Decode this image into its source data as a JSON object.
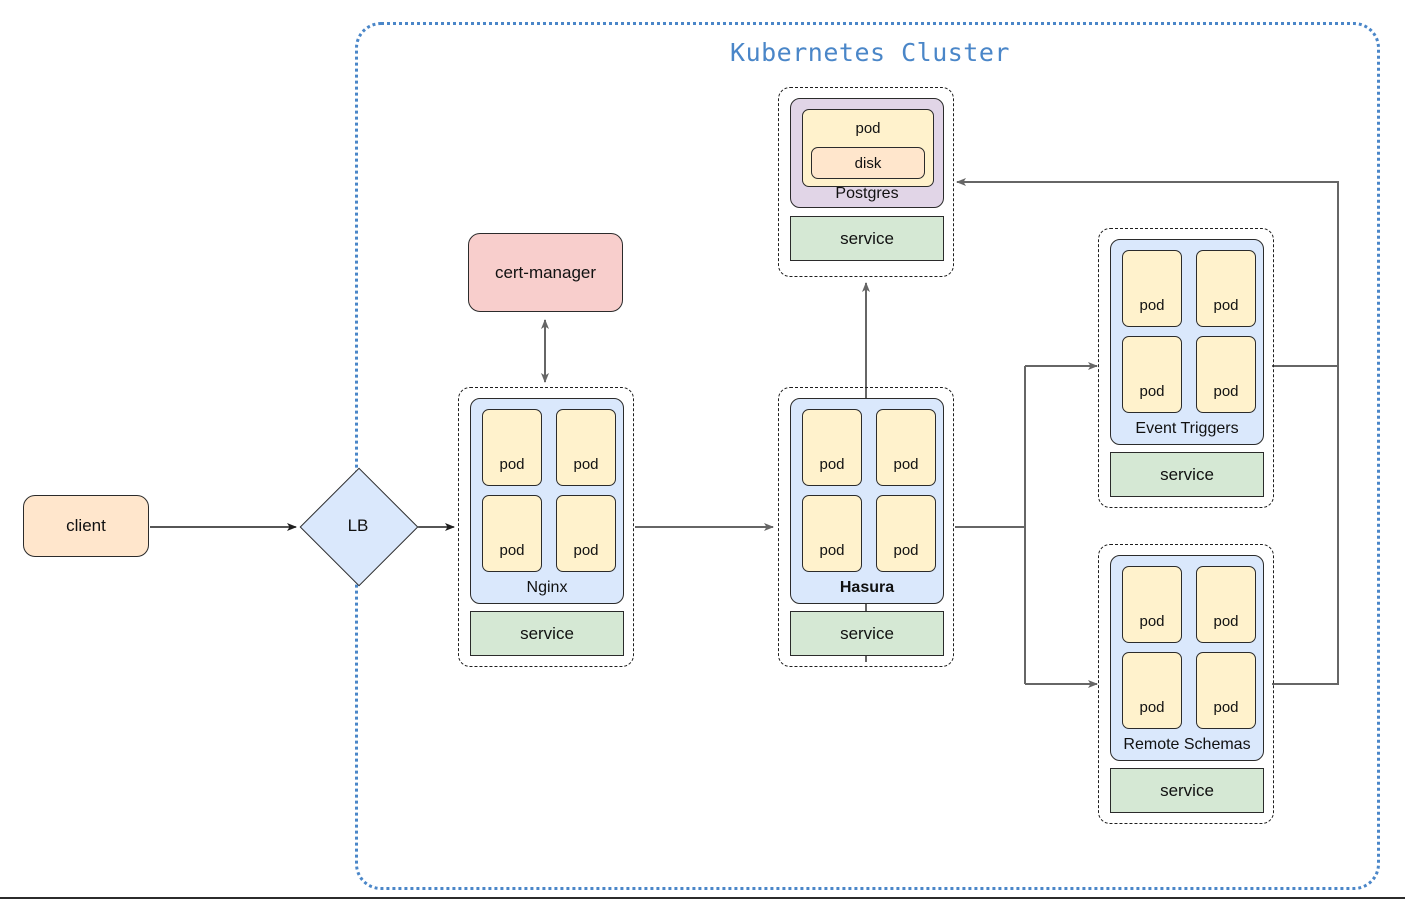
{
  "cluster": {
    "title": "Kubernetes Cluster",
    "boundary_style": "dotted",
    "accent_color": "#4a86c8"
  },
  "external": {
    "client": {
      "label": "client",
      "color": "#ffe6cc"
    },
    "load_balancer": {
      "label": "LB",
      "color": "#dae8fc",
      "shape": "diamond"
    }
  },
  "nodes": {
    "cert_manager": {
      "label": "cert-manager",
      "color": "#f8cecc"
    },
    "nginx": {
      "label": "Nginx",
      "bold": false,
      "color": "#dae8fc",
      "pods": [
        "pod",
        "pod",
        "pod",
        "pod"
      ],
      "service": "service"
    },
    "hasura": {
      "label": "Hasura",
      "bold": true,
      "color": "#dae8fc",
      "pods": [
        "pod",
        "pod",
        "pod",
        "pod"
      ],
      "service": "service"
    },
    "postgres": {
      "label": "Postgres",
      "color": "#e1d5e7",
      "pod": "pod",
      "disk": "disk",
      "service": "service"
    },
    "event_triggers": {
      "label": "Event Triggers",
      "color": "#dae8fc",
      "pods": [
        "pod",
        "pod",
        "pod",
        "pod"
      ],
      "service": "service"
    },
    "remote_schemas": {
      "label": "Remote Schemas",
      "color": "#dae8fc",
      "pods": [
        "pod",
        "pod",
        "pod",
        "pod"
      ],
      "service": "service"
    }
  },
  "edges": [
    {
      "from": "client",
      "to": "load_balancer",
      "style": "solid",
      "color": "#1e1e1e",
      "arrow": "end"
    },
    {
      "from": "load_balancer",
      "to": "nginx",
      "style": "solid",
      "color": "#1e1e1e",
      "arrow": "end"
    },
    {
      "from": "nginx",
      "to": "cert_manager",
      "style": "solid",
      "color": "#666666",
      "arrow": "both"
    },
    {
      "from": "nginx",
      "to": "hasura",
      "style": "solid",
      "color": "#666666",
      "arrow": "end"
    },
    {
      "from": "hasura",
      "to": "postgres",
      "style": "solid",
      "color": "#666666",
      "arrow": "end"
    },
    {
      "from": "hasura",
      "to": "event_triggers",
      "style": "solid",
      "color": "#666666",
      "arrow": "end"
    },
    {
      "from": "hasura",
      "to": "remote_schemas",
      "style": "solid",
      "color": "#666666",
      "arrow": "end"
    },
    {
      "from": "event_triggers",
      "to": "postgres",
      "style": "solid",
      "color": "#666666",
      "arrow": "end"
    },
    {
      "from": "remote_schemas",
      "to": "postgres",
      "style": "solid",
      "color": "#666666",
      "arrow": "end"
    }
  ],
  "palette": {
    "pod": "#fff2cc",
    "disk": "#ffe6cc",
    "service": "#d5e8d4",
    "deployment": "#dae8fc",
    "database": "#e1d5e7",
    "cert": "#f8cecc",
    "client": "#ffe6cc",
    "edge_gray": "#666666",
    "edge_black": "#1e1e1e"
  }
}
